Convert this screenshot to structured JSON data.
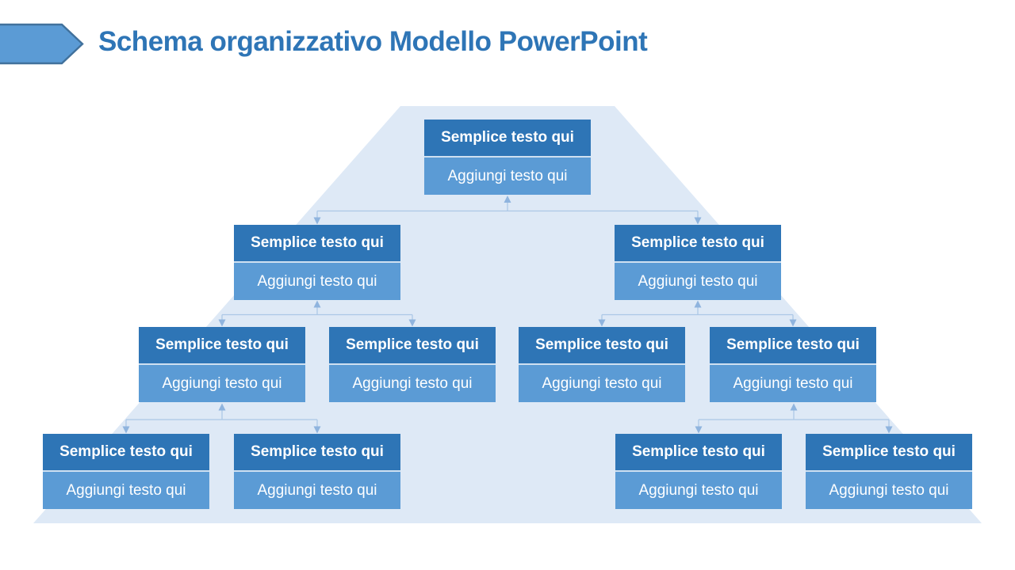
{
  "slide": {
    "title": "Schema organizzativo Modello PowerPoint"
  },
  "colors": {
    "title": "#2E75B6",
    "node_header_bg": "#2E75B6",
    "node_body_bg": "#5B9BD5",
    "node_divider": "#CFE0F1",
    "node_text": "#FFFFFF",
    "pyramid_bg": "#DEE9F6",
    "connector_line": "#ACC8E6",
    "connector_arrow": "#8FB4DE",
    "marker_fill": "#5B9BD5",
    "marker_border": "#41719C"
  },
  "nodes": [
    {
      "id": "level1-root",
      "level": 1,
      "title": "Semplice testo qui",
      "subtitle": "Aggiungi testo qui"
    },
    {
      "id": "level2-left",
      "level": 2,
      "title": "Semplice testo qui",
      "subtitle": "Aggiungi testo qui"
    },
    {
      "id": "level2-right",
      "level": 2,
      "title": "Semplice testo qui",
      "subtitle": "Aggiungi testo qui"
    },
    {
      "id": "level3-1",
      "level": 3,
      "title": "Semplice testo qui",
      "subtitle": "Aggiungi testo qui"
    },
    {
      "id": "level3-2",
      "level": 3,
      "title": "Semplice testo qui",
      "subtitle": "Aggiungi testo qui"
    },
    {
      "id": "level3-3",
      "level": 3,
      "title": "Semplice testo qui",
      "subtitle": "Aggiungi testo qui"
    },
    {
      "id": "level3-4",
      "level": 3,
      "title": "Semplice testo qui",
      "subtitle": "Aggiungi testo qui"
    },
    {
      "id": "level4-1",
      "level": 4,
      "title": "Semplice testo qui",
      "subtitle": "Aggiungi testo qui"
    },
    {
      "id": "level4-2",
      "level": 4,
      "title": "Semplice testo qui",
      "subtitle": "Aggiungi testo qui"
    },
    {
      "id": "level4-3",
      "level": 4,
      "title": "Semplice testo qui",
      "subtitle": "Aggiungi testo qui"
    },
    {
      "id": "level4-4",
      "level": 4,
      "title": "Semplice testo qui",
      "subtitle": "Aggiungi testo qui"
    }
  ]
}
